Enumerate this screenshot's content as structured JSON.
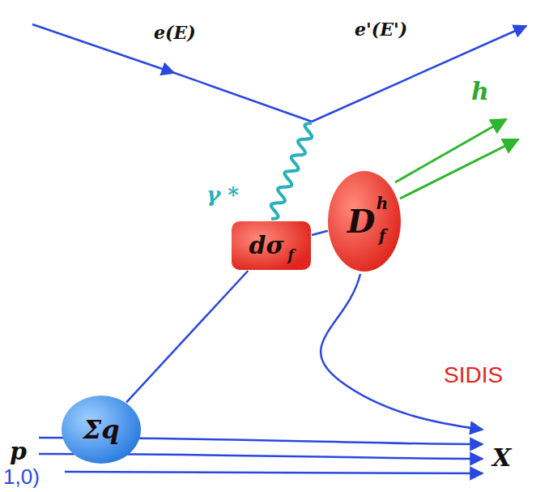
{
  "diagram": {
    "nodes": [
      {
        "text": [
          "dσ",
          "f"
        ]
      },
      {
        "text": [
          "D",
          "h",
          "f"
        ]
      },
      {
        "text": [
          "Σq"
        ]
      }
    ],
    "edges": [
      {
        "from": 2,
        "to": 0,
        "arrow": "none"
      },
      {
        "from": 0,
        "to": 1,
        "arrow": "none"
      }
    ],
    "labels": [
      "e(E)",
      "e'(E')",
      "γ *",
      "h",
      "SIDIS",
      "p",
      "X",
      "1,0)"
    ]
  }
}
